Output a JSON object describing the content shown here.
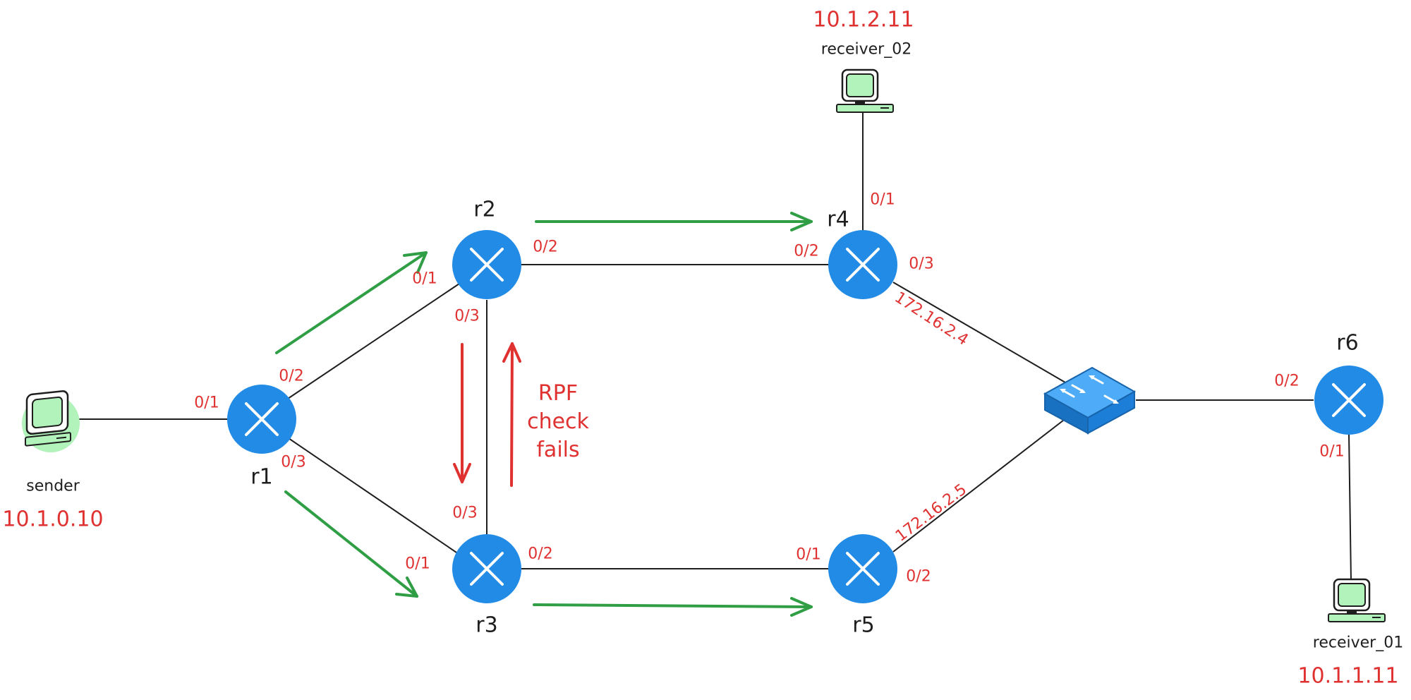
{
  "colors": {
    "router": "#228be6",
    "host": "#b2f2bb",
    "switch": "#1971c2",
    "link": "#1e1e1e",
    "flow_arrow": "#2f9e44",
    "rpf_arrow": "#e03131",
    "label_red": "#e03131"
  },
  "icons": {
    "router": "router-icon",
    "host": "computer-icon",
    "switch": "switch-icon"
  },
  "routers": {
    "r1": "r1",
    "r2": "r2",
    "r3": "r3",
    "r4": "r4",
    "r5": "r5",
    "r6": "r6"
  },
  "hosts": {
    "sender": {
      "name": "sender",
      "ip": "10.1.0.10"
    },
    "receiver_01": {
      "name": "receiver_01",
      "ip": "10.1.1.11"
    },
    "receiver_02": {
      "name": "receiver_02",
      "ip": "10.1.2.11"
    }
  },
  "ports": {
    "r1_to_sender": "0/1",
    "r1_to_r2": "0/2",
    "r1_to_r3": "0/3",
    "r2_to_r1": "0/1",
    "r2_to_r4": "0/2",
    "r2_to_r3": "0/3",
    "r3_to_r1": "0/1",
    "r3_to_r5": "0/2",
    "r3_to_r2": "0/3",
    "r4_to_receiver_02": "0/1",
    "r4_to_r2": "0/2",
    "r4_to_switch": "0/3",
    "r5_to_r3": "0/1",
    "r5_to_switch": "0/2",
    "r6_to_receiver_01": "0/1",
    "r6_to_switch": "0/2"
  },
  "switch_ips": {
    "r4": "172.16.2.4",
    "r5": "172.16.2.5"
  },
  "annotation": {
    "rpf_line1": "RPF",
    "rpf_line2": "check",
    "rpf_line3": "fails"
  }
}
